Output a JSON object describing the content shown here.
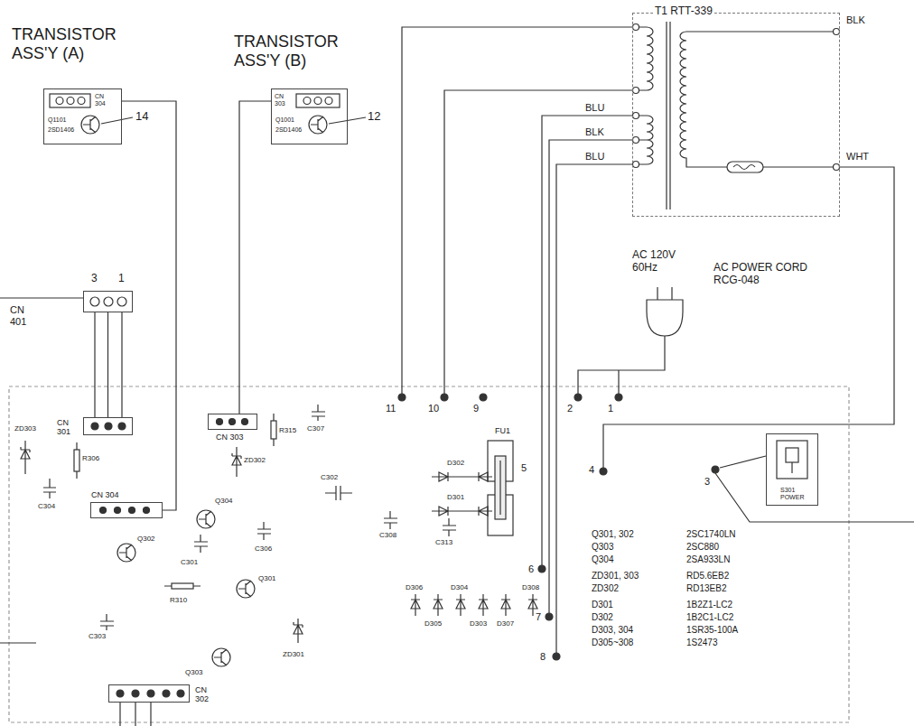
{
  "diagram": {
    "nodes": [
      {
        "text": [
          "TRANSISTOR ASS'Y (A)",
          "CN 304",
          "Q1101",
          "2SD1406"
        ]
      },
      {
        "text": [
          "TRANSISTOR ASS'Y (B)",
          "CN 303",
          "Q1001",
          "2SD1406"
        ]
      },
      {
        "text": [
          "T1 RTT-339"
        ]
      },
      {
        "text": [
          "CN 401"
        ]
      },
      {
        "text": [
          "CN 301"
        ]
      },
      {
        "text": [
          "CN 303"
        ]
      },
      {
        "text": [
          "CN 304"
        ]
      },
      {
        "text": [
          "CN 302"
        ]
      },
      {
        "text": [
          "S301 POWER"
        ]
      }
    ],
    "edges": [
      {
        "from": 0,
        "to": 6,
        "arrow": "none"
      },
      {
        "from": 1,
        "to": 5,
        "arrow": "none"
      },
      {
        "from": 3,
        "to": 4,
        "arrow": "none"
      }
    ],
    "labels": [
      "14",
      "12",
      "3",
      "1",
      "BLU",
      "BLK",
      "BLU",
      "BLK",
      "WHT",
      "AC 120V 60Hz",
      "AC POWER CORD RCG-048",
      "11",
      "10",
      "9",
      "2",
      "1",
      "5",
      "4",
      "3",
      "6",
      "7",
      "8",
      "Q301, 302",
      "2SC1740LN",
      "Q303",
      "2SC880",
      "Q304",
      "2SA933LN",
      "ZD301, 303",
      "RD5.6EB2",
      "ZD302",
      "RD13EB2",
      "D301",
      "1B2Z1-LC2",
      "D302",
      "1B2C1-LC2",
      "D303, 304",
      "1SR35-100A",
      "D305~308",
      "1S2473",
      "FU1",
      "D302",
      "D301",
      "ZD303",
      "C304",
      "R306",
      "Q304",
      "ZD302",
      "C301",
      "C306",
      "R315",
      "C307",
      "C302",
      "C308",
      "C313",
      "R310",
      "Q301",
      "Q303",
      "ZD301",
      "C303",
      "D306",
      "D304",
      "D308",
      "D305",
      "D303",
      "D307",
      "Q302"
    ]
  }
}
